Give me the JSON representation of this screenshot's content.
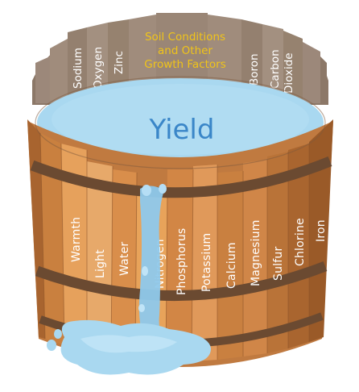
{
  "diagram": {
    "center_text": "Yield",
    "header_lines": [
      "Soil Conditions",
      "and Other",
      "Growth Factors"
    ],
    "back_labels": [
      {
        "lines": [
          "Sodium"
        ]
      },
      {
        "lines": [
          "Oxygen"
        ]
      },
      {
        "lines": [
          "Zinc"
        ]
      },
      {
        "lines": [
          "Boron"
        ]
      },
      {
        "lines": [
          "Carbon",
          "Dioxide"
        ]
      }
    ],
    "front_labels": [
      "Warmth",
      "Light",
      "Water",
      "Nitrogen",
      "Phosphorus",
      "Potassium",
      "Calcium",
      "Magnesium",
      "Sulfur",
      "Chlorine",
      "Iron"
    ],
    "colors": {
      "front_stave_light": "#e6a15c",
      "front_stave_mid": "#d4874a",
      "front_stave_dark": "#b46a33",
      "back_stave": "#9a8676",
      "hoop": "#6b4a31",
      "water": "#a9d8f0",
      "water_stream": "#8fc9ec",
      "yield_text": "#3a86c8",
      "header_text": "#f0c419"
    }
  }
}
